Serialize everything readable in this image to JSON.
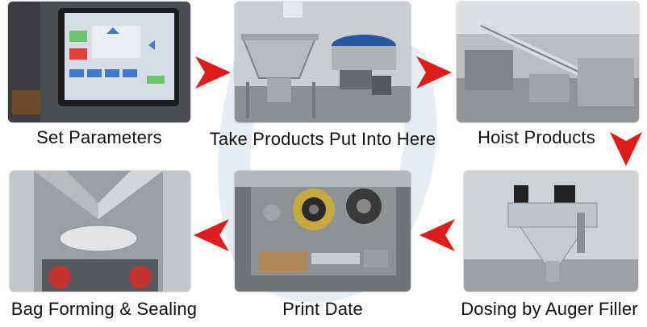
{
  "colors": {
    "arrow": "#e01b1b",
    "caption": "#111111",
    "background": "#ffffff"
  },
  "steps": [
    {
      "label": "Set Parameters",
      "icon": "touch-screen-panel-photo"
    },
    {
      "label": "Take Products Put Into Here",
      "icon": "hopper-feeder-photo"
    },
    {
      "label": "Hoist Products",
      "icon": "screw-conveyor-photo"
    },
    {
      "label": "Dosing by Auger Filler",
      "icon": "auger-filler-photo"
    },
    {
      "label": "Print Date",
      "icon": "date-printer-photo"
    },
    {
      "label": "Bag Forming & Sealing",
      "icon": "bag-former-photo"
    }
  ]
}
